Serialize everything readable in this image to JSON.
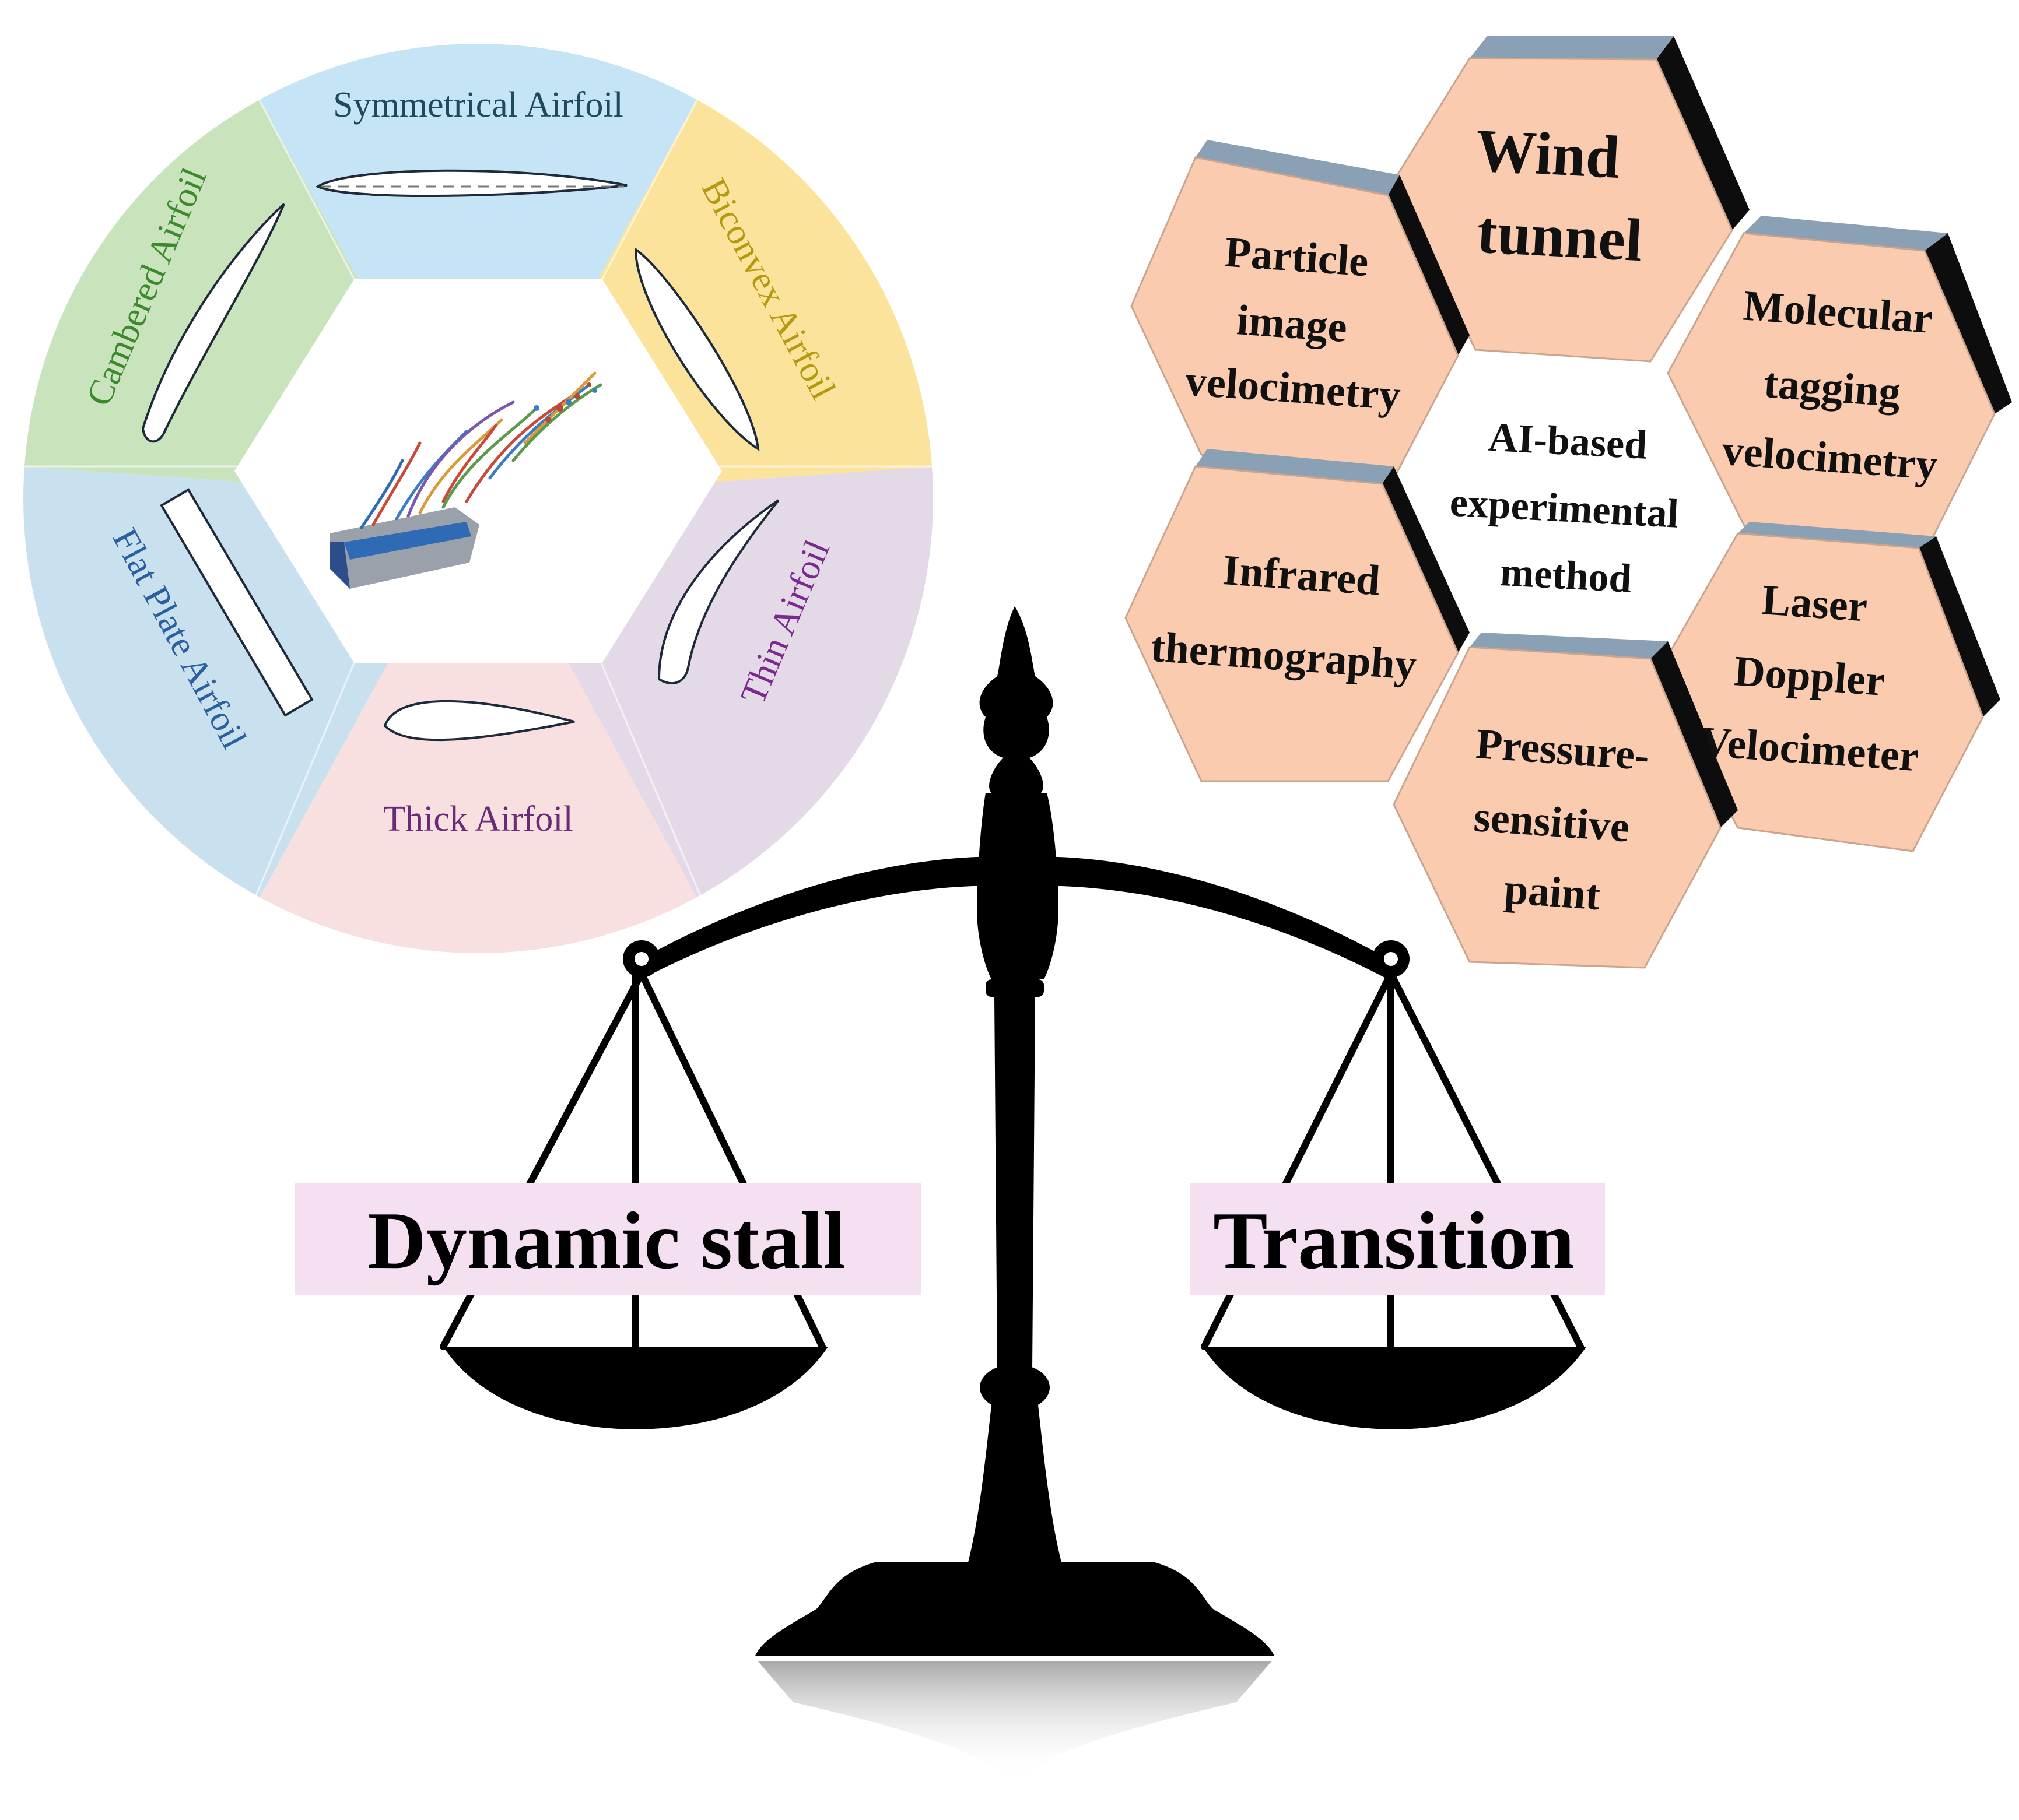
{
  "airfoil_wheel": {
    "segments": [
      {
        "label": "Symmetrical Airfoil",
        "fill": "#c5e5f7",
        "text_color": "#1e4a5c"
      },
      {
        "label": "Biconvex Airfoil",
        "fill": "#fbe39c",
        "text_color": "#b59a10"
      },
      {
        "label": "Thin Airfoil",
        "fill": "#e4d9e7",
        "text_color": "#7a2a8c"
      },
      {
        "label": "Thick Airfoil",
        "fill": "#f9e0e0",
        "text_color": "#6a2a7a"
      },
      {
        "label": "Flat Plate Airfoil",
        "fill": "#c9e0ef",
        "text_color": "#2a5fa0"
      },
      {
        "label": "Cambered Airfoil",
        "fill": "#c9e3bd",
        "text_color": "#3d8a2e"
      }
    ]
  },
  "hex_cluster": {
    "center": [
      "AI-based",
      "experimental",
      "method"
    ],
    "cells": [
      {
        "id": "wind-tunnel",
        "lines": [
          "Wind",
          "tunnel"
        ]
      },
      {
        "id": "piv",
        "lines": [
          "Particle",
          "image",
          "velocimetry"
        ]
      },
      {
        "id": "mtv",
        "lines": [
          "Molecular",
          "tagging",
          "velocimetry"
        ]
      },
      {
        "id": "infrared",
        "lines": [
          "Infrared",
          "thermography"
        ]
      },
      {
        "id": "ldv",
        "lines": [
          "Laser",
          "Doppler",
          "Velocimeter"
        ]
      },
      {
        "id": "psp",
        "lines": [
          "Pressure-",
          "sensitive",
          "paint"
        ]
      }
    ],
    "face_color": "#fbcbb0",
    "side_color": "#0d0d0d"
  },
  "balance": {
    "left_label": "Dynamic stall",
    "right_label": "Transition",
    "label_bg": "#f4e0f0"
  }
}
